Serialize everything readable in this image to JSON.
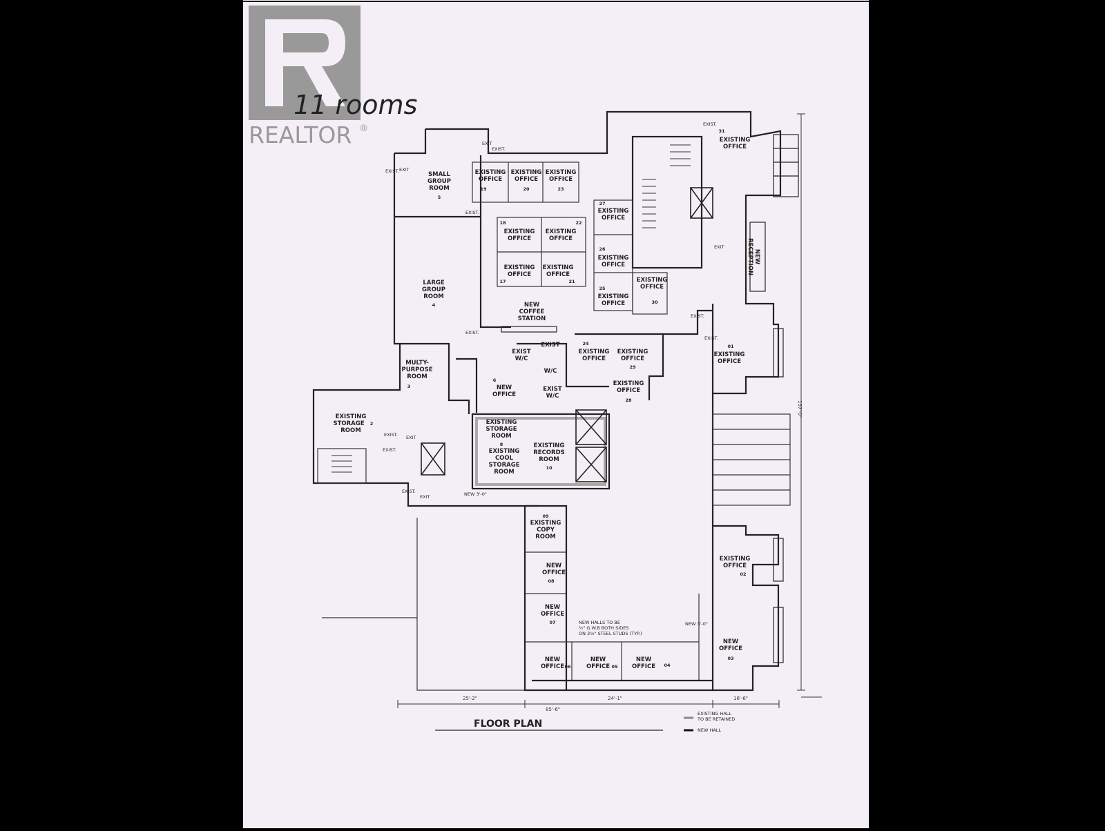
{
  "watermark": {
    "brand": "REALTOR",
    "reg": "®"
  },
  "handwritten_note": "11 rooms",
  "plan_title": "FLOOR PLAN",
  "legend": {
    "existing_hall": [
      "EXISTING HALL",
      "TO BE RETAINED"
    ],
    "new_hall": "NEW HALL"
  },
  "hall_note": [
    "NEW HALLS TO BE",
    "½\" G.W.B BOTH SIDES",
    "ON 3⅝\" STEEL STUDS (TYP.)"
  ],
  "dimensions": [
    "25'-2\"",
    "85'-6\"",
    "24'-1\"",
    "16'-6\"",
    "137'-0\""
  ],
  "door_tags": [
    "EXIST.",
    "EXIT",
    "NEW 3'-0\""
  ],
  "rooms": [
    {
      "id": "small-group",
      "lines": [
        "SMALL",
        "GROUP",
        "ROOM"
      ],
      "num": "5"
    },
    {
      "id": "off-19",
      "lines": [
        "EXISTING",
        "OFFICE"
      ],
      "num": "19"
    },
    {
      "id": "off-20",
      "lines": [
        "EXISTING",
        "OFFICE"
      ],
      "num": "20"
    },
    {
      "id": "off-23",
      "lines": [
        "EXISTING",
        "OFFICE"
      ],
      "num": "23"
    },
    {
      "id": "off-31",
      "lines": [
        "EXISTING",
        "OFFICE"
      ],
      "num": "31"
    },
    {
      "id": "off-27",
      "lines": [
        "EXISTING",
        "OFFICE"
      ],
      "num": "27"
    },
    {
      "id": "off-18",
      "lines": [
        "EXISTING",
        "OFFICE"
      ],
      "num": "18"
    },
    {
      "id": "off-22",
      "lines": [
        "EXISTING",
        "OFFICE"
      ],
      "num": "22"
    },
    {
      "id": "off-17",
      "lines": [
        "EXISTING",
        "OFFICE"
      ],
      "num": "17"
    },
    {
      "id": "off-21",
      "lines": [
        "EXISTING",
        "OFFICE"
      ],
      "num": "21"
    },
    {
      "id": "off-26",
      "lines": [
        "EXISTING",
        "OFFICE"
      ],
      "num": "26"
    },
    {
      "id": "off-25",
      "lines": [
        "EXISTING",
        "OFFICE"
      ],
      "num": "25"
    },
    {
      "id": "off-30",
      "lines": [
        "EXISTING",
        "OFFICE"
      ],
      "num": "30"
    },
    {
      "id": "reception",
      "lines": [
        "NEW",
        "RECEPTION"
      ],
      "num": ""
    },
    {
      "id": "large-group",
      "lines": [
        "LARGE",
        "GROUP",
        "ROOM"
      ],
      "num": "4"
    },
    {
      "id": "coffee",
      "lines": [
        "NEW",
        "COFFEE",
        "STATION"
      ],
      "num": ""
    },
    {
      "id": "off-24",
      "lines": [
        "EXISTING",
        "OFFICE"
      ],
      "num": "24"
    },
    {
      "id": "off-29",
      "lines": [
        "EXISTING",
        "OFFICE"
      ],
      "num": "29"
    },
    {
      "id": "off-01",
      "lines": [
        "EXISTING",
        "OFFICE"
      ],
      "num": "01"
    },
    {
      "id": "multipurpose",
      "lines": [
        "MULTY-",
        "PURPOSE",
        "ROOM"
      ],
      "num": "3"
    },
    {
      "id": "new-off-6",
      "lines": [
        "NEW",
        "OFFICE"
      ],
      "num": "6"
    },
    {
      "id": "off-28",
      "lines": [
        "EXISTING",
        "OFFICE"
      ],
      "num": "28"
    },
    {
      "id": "storage-2",
      "lines": [
        "EXISTING",
        "STORAGE",
        "ROOM"
      ],
      "num": "2"
    },
    {
      "id": "storage-room",
      "lines": [
        "EXISTING",
        "STORAGE",
        "ROOM"
      ],
      "num": "8"
    },
    {
      "id": "cool-storage",
      "lines": [
        "EXISTING",
        "COOL",
        "STORAGE",
        "ROOM"
      ],
      "num": ""
    },
    {
      "id": "records",
      "lines": [
        "EXISTING",
        "RECORDS",
        "ROOM"
      ],
      "num": "10"
    },
    {
      "id": "copy",
      "lines": [
        "EXISTING",
        "COPY",
        "ROOM"
      ],
      "num": "09"
    },
    {
      "id": "new-off-08",
      "lines": [
        "NEW",
        "OFFICE"
      ],
      "num": "08"
    },
    {
      "id": "off-02",
      "lines": [
        "EXISTING",
        "OFFICE"
      ],
      "num": "02"
    },
    {
      "id": "new-off-07",
      "lines": [
        "NEW",
        "OFFICE"
      ],
      "num": "07"
    },
    {
      "id": "new-off-03",
      "lines": [
        "NEW",
        "OFFICE"
      ],
      "num": "03"
    },
    {
      "id": "new-off-06b",
      "lines": [
        "NEW",
        "OFFICE"
      ],
      "num": "06"
    },
    {
      "id": "new-off-05",
      "lines": [
        "NEW",
        "OFFICE"
      ],
      "num": "05"
    },
    {
      "id": "new-off-04",
      "lines": [
        "NEW",
        "OFFICE"
      ],
      "num": "04"
    },
    {
      "id": "wc-1",
      "lines": [
        "EXIST",
        "W/C"
      ],
      "num": ""
    },
    {
      "id": "wc-2",
      "lines": [
        "EXIST",
        "W/C"
      ],
      "num": ""
    },
    {
      "id": "wc-3",
      "lines": [
        "EXIST",
        "W/C"
      ],
      "num": ""
    }
  ]
}
